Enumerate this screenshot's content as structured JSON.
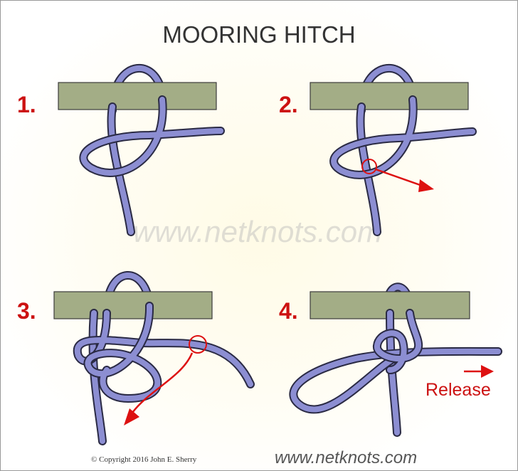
{
  "title": "MOORING HITCH",
  "steps": [
    "1.",
    "2.",
    "3.",
    "4."
  ],
  "watermark": "www.netknots.com",
  "footer_url": "www.netknots.com",
  "copyright": "© Copyright  2016  John E. Sherry",
  "release_label": "Release",
  "colors": {
    "rope": "#8c8ed2",
    "rope_outline": "#2a2a44",
    "bar": "#a3ad86",
    "accent": "#dd1111"
  }
}
